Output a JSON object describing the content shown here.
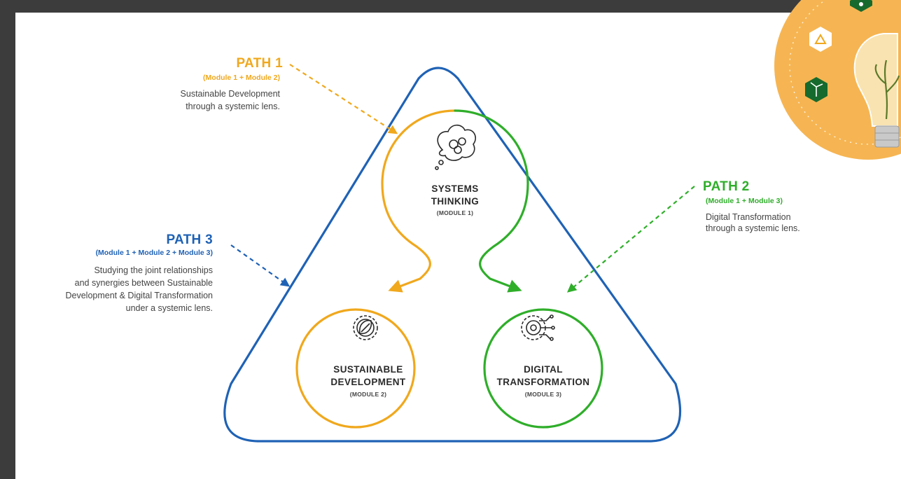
{
  "paths": [
    {
      "title": "PATH 1",
      "modules": "(Module 1 + Module 2)",
      "description": [
        "Sustainable Development",
        "through a systemic lens."
      ],
      "color": "#f0a81d"
    },
    {
      "title": "PATH 2",
      "modules": "(Module 1 + Module 3)",
      "description": [
        "Digital Transformation",
        "through a systemic lens."
      ],
      "color": "#2fae2a"
    },
    {
      "title": "PATH 3",
      "modules": "(Module 1 + Module 2 + Module 3)",
      "description": [
        "Studying the joint relationships",
        "and synergies between Sustainable",
        "Development & Digital Transformation",
        "under a systemic lens."
      ],
      "color": "#1f62b5"
    }
  ],
  "nodes": [
    {
      "label": [
        "SYSTEMS",
        "THINKING"
      ],
      "module": "(MODULE 1)",
      "icon": "thinking-head-icon"
    },
    {
      "label": [
        "SUSTAINABLE",
        "DEVELOPMENT"
      ],
      "module": "(MODULE 2)",
      "icon": "leaf-gear-icon"
    },
    {
      "label": [
        "DIGITAL",
        "TRANSFORMATION"
      ],
      "module": "(MODULE 3)",
      "icon": "digital-gear-icon"
    }
  ],
  "colors": {
    "triangle": "#1f62b5",
    "orange": "#f0a81d",
    "green": "#2fae2a",
    "background": "#3c3c3c",
    "badge": "#f6b552"
  },
  "decoration": {
    "name": "eco-lightbulb-badge",
    "icons": [
      "recycle-icon",
      "wind-turbine-icon",
      "sprout-icon",
      "lightbulb-icon"
    ]
  }
}
